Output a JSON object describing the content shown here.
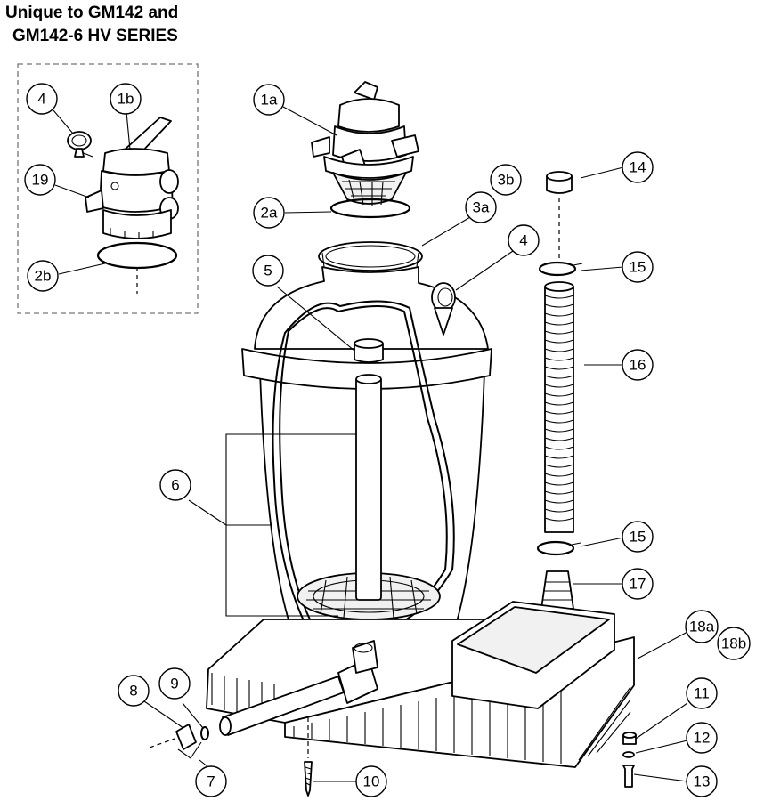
{
  "title_lines": [
    "Unique to GM142 and",
    "GM142-6 HV SERIES"
  ],
  "callouts": [
    {
      "id": "4-inset",
      "label": "4"
    },
    {
      "id": "1b",
      "label": "1b"
    },
    {
      "id": "19",
      "label": "19"
    },
    {
      "id": "2b",
      "label": "2b"
    },
    {
      "id": "1a",
      "label": "1a"
    },
    {
      "id": "3b",
      "label": "3b"
    },
    {
      "id": "2a",
      "label": "2a"
    },
    {
      "id": "3a",
      "label": "3a"
    },
    {
      "id": "4",
      "label": "4"
    },
    {
      "id": "5",
      "label": "5"
    },
    {
      "id": "14",
      "label": "14"
    },
    {
      "id": "15-top",
      "label": "15"
    },
    {
      "id": "16",
      "label": "16"
    },
    {
      "id": "6",
      "label": "6"
    },
    {
      "id": "15-bottom",
      "label": "15"
    },
    {
      "id": "17",
      "label": "17"
    },
    {
      "id": "18a",
      "label": "18a"
    },
    {
      "id": "18b",
      "label": "18b"
    },
    {
      "id": "8",
      "label": "8"
    },
    {
      "id": "9",
      "label": "9"
    },
    {
      "id": "11",
      "label": "11"
    },
    {
      "id": "12",
      "label": "12"
    },
    {
      "id": "7",
      "label": "7"
    },
    {
      "id": "10",
      "label": "10"
    },
    {
      "id": "13",
      "label": "13"
    }
  ]
}
